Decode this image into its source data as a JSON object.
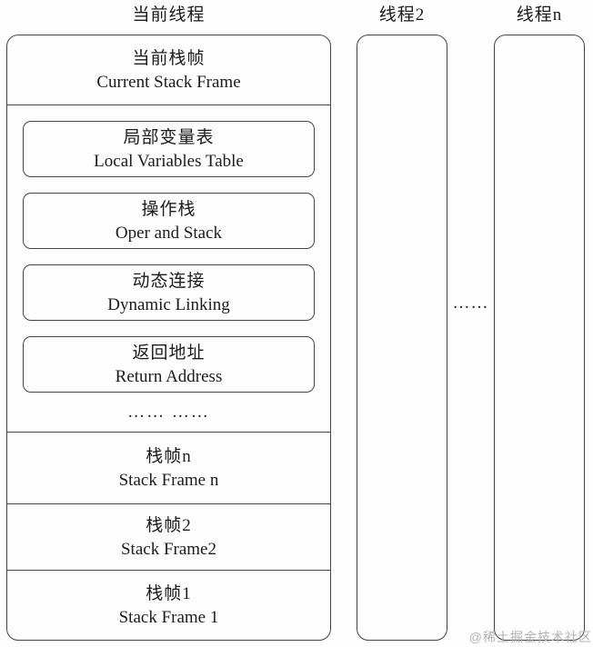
{
  "colors": {
    "border": "#454545",
    "text": "#1c1c1c",
    "background": "#fdfdfd",
    "watermark": "#b4b4b4"
  },
  "titles": {
    "current_thread": "当前线程",
    "thread2": "线程2",
    "threadn": "线程n"
  },
  "current_thread_stack": {
    "current_frame": {
      "zh": "当前栈帧",
      "en": "Current Stack Frame"
    },
    "frame_parts": [
      {
        "zh": "局部变量表",
        "en": "Local Variables Table"
      },
      {
        "zh": "操作栈",
        "en": "Oper and Stack"
      },
      {
        "zh": "动态连接",
        "en": "Dynamic Linking"
      },
      {
        "zh": "返回地址",
        "en": "Return Address"
      }
    ],
    "parts_ellipsis": "…… ……",
    "stack_frames": [
      {
        "zh": "栈帧n",
        "en": "Stack Frame n"
      },
      {
        "zh": "栈帧2",
        "en": "Stack Frame2"
      },
      {
        "zh": "栈帧1",
        "en": "Stack Frame 1"
      }
    ]
  },
  "threads_ellipsis": "……",
  "watermark": "@稀土掘金技术社区"
}
